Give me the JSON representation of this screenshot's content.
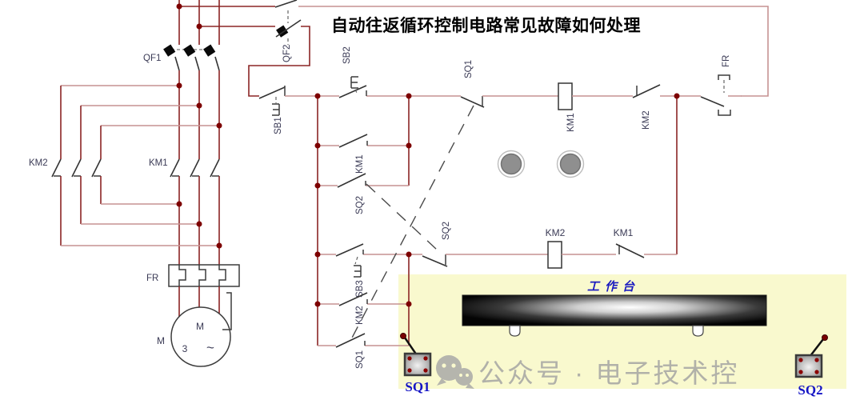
{
  "title": "自动往返循环控制电路常见故障如何处理",
  "power_circuit": {
    "labels": {
      "qf1": "QF1",
      "km2_main": "KM2",
      "km1_main": "KM1",
      "fr_main": "FR",
      "motor_side": "M",
      "motor_m": "M",
      "motor_3": "3",
      "motor_wave": "~"
    }
  },
  "control_circuit": {
    "labels": {
      "qf2": "QF2",
      "sb1": "SB1",
      "sb2": "SB2",
      "km1_seal": "KM1",
      "sq2_seal": "SQ2",
      "sq1_nc": "SQ1",
      "km1_coil": "KM1",
      "km2_nc": "KM2",
      "fr_aux": "FR",
      "sb3": "SB3",
      "km2_seal": "KM2",
      "sq1_seal": "SQ1",
      "sq2_nc": "SQ2",
      "km2_coil": "KM2",
      "km1_nc": "KM1"
    }
  },
  "workbench_panel": {
    "label": "工作台",
    "limit_left": "SQ1",
    "limit_right": "SQ2"
  },
  "watermark": {
    "text": "公众号 · 电子技术控"
  },
  "colors": {
    "wire_dark": "#8B2525",
    "wire_light": "#C69292",
    "node_dot": "#7D0000",
    "symbol_gray": "#3C3C3C",
    "label_color": "#3A3A55",
    "panel_yellow": "#F9F9CE",
    "device_label_blue": "#1515C5",
    "bench_label_blue": "#1A1AC0",
    "watermark_gray": "#A0A0A0",
    "title_black": "#000000"
  }
}
